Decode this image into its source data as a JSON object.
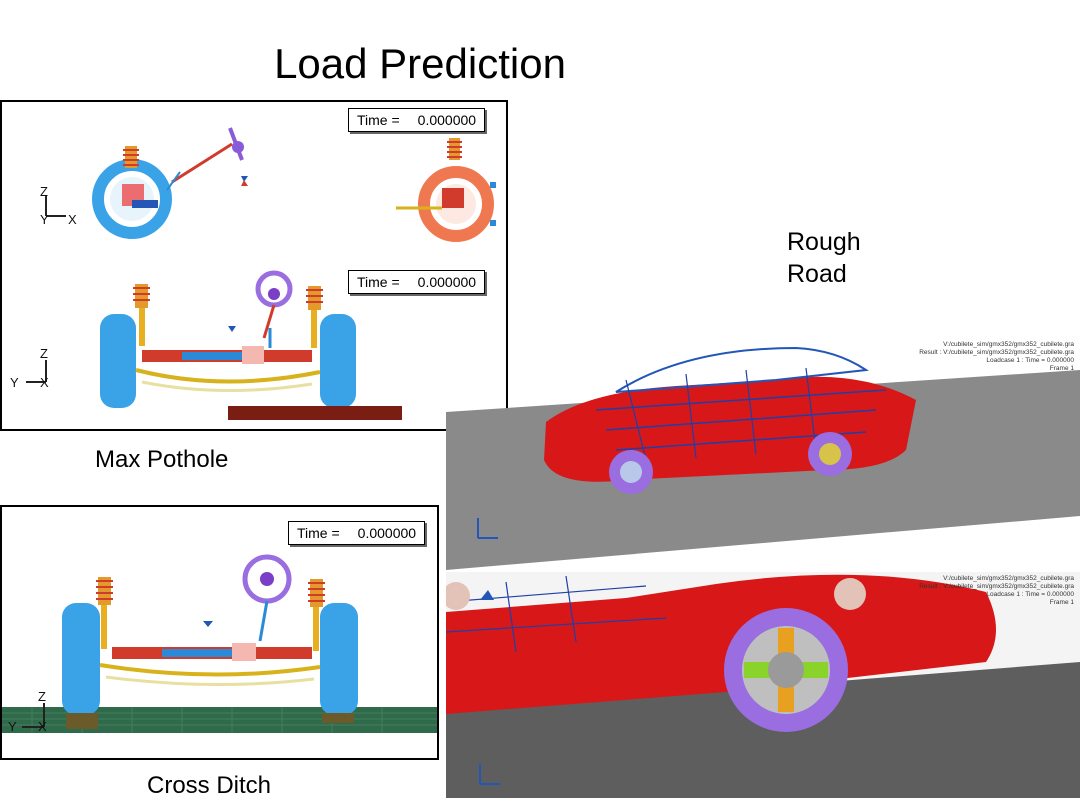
{
  "slide": {
    "title": "Load Prediction"
  },
  "panel_pothole": {
    "caption": "Max Pothole",
    "time_top": {
      "label": "Time =",
      "value": "0.000000"
    },
    "time_bottom": {
      "label": "Time =",
      "value": "0.000000"
    },
    "axis_top": {
      "z": "Z",
      "y": "Y",
      "x": "X"
    },
    "axis_bottom": {
      "z": "Z",
      "y": "Y",
      "x": "X"
    }
  },
  "panel_ditch": {
    "caption": "Cross Ditch",
    "time": {
      "label": "Time =",
      "value": "0.000000"
    },
    "axis": {
      "z": "Z",
      "y": "Y",
      "x": "X"
    }
  },
  "rough_road": {
    "label": "Rough\nRoad",
    "view_top": {
      "line1": "V:/cubilete_sim/gmx352/gmx352_cubilete.gra",
      "line2": "Result : V:/cubilete_sim/gmx352/gmx352_cubilete.gra",
      "line3": "Loadcase 1 : Time = 0.000000",
      "line4": "Frame 1"
    },
    "view_bottom": {
      "line1": "V:/cubilete_sim/gmx352/gmx352_cubilete.gra",
      "line2": "Result : V:/cubilete_sim/gmx352/gmx352_cubilete.gra",
      "line3": "Loadcase 1 : Time = 0.000000",
      "line4": "Frame 1"
    }
  },
  "colors": {
    "tire_blue": "#3aa3e8",
    "tire_orange": "#f07850",
    "body_red": "#d81818",
    "wheel_purple": "#9a6ee0",
    "road_gray": "#5e5e5e",
    "ground_green": "#2f6a4a",
    "road_block": "#7a1e14"
  }
}
